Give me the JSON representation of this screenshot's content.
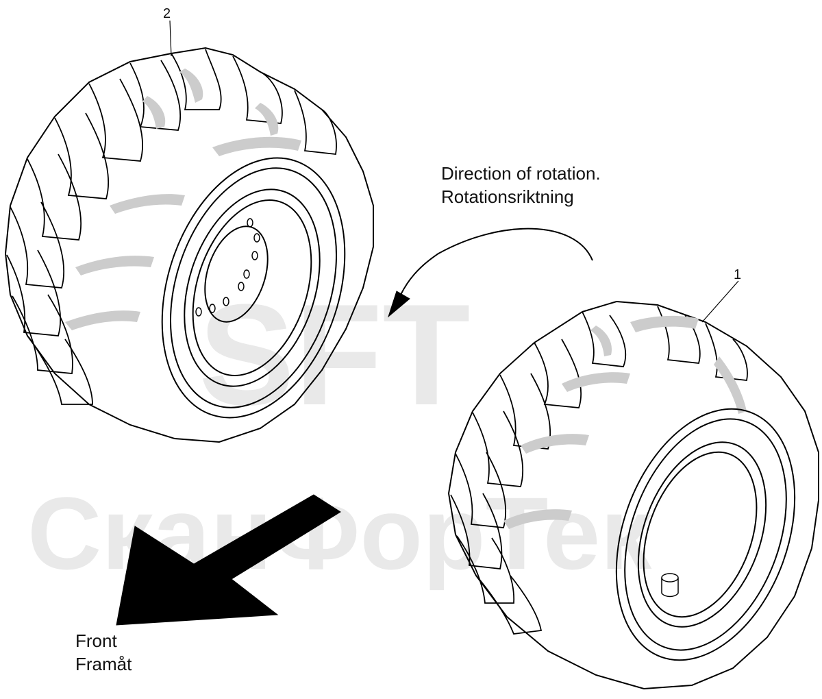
{
  "diagram": {
    "callouts": {
      "item_1": "1",
      "item_2": "2"
    },
    "rotation_label": {
      "line1": "Direction of rotation.",
      "line2": "Rotationsriktning"
    },
    "front_label": {
      "line1": "Front",
      "line2": "Framåt"
    },
    "watermark": {
      "logo": "SFT",
      "company": "СканФорТек"
    }
  },
  "colors": {
    "line": "#000000",
    "tread_shade": "#c8c8c8",
    "watermark": "#e9e9e9"
  }
}
